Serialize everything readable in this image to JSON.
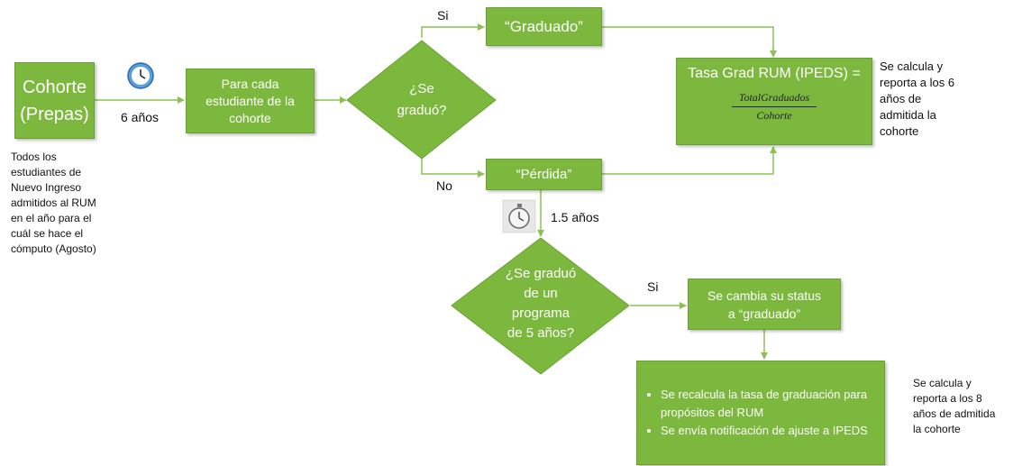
{
  "cohort_box": {
    "line1": "Cohorte",
    "line2": "(Prepas)"
  },
  "cohort_note": "Todos los estudiantes de Nuevo Ingreso admitidos al RUM en el año para el cuál se hace el cómputo (Agosto)",
  "six_years_label": "6 años",
  "each_student_box": "Para cada estudiante de la cohorte",
  "decision_graduated": {
    "line1": "¿Se",
    "line2": "graduó?"
  },
  "branch_yes_1": "Si",
  "branch_no_1": "No",
  "graduado_box": "“Graduado”",
  "perdida_box": "“Pérdida”",
  "grad_rate_box": {
    "title": "Tasa Grad RUM (IPEDS) =",
    "numerator": "TotalGraduados",
    "denominator": "Cohorte"
  },
  "note_6_years": "Se calcula y reporta a los 6 años de admitida la cohorte",
  "one_half_years_label": "1.5 años",
  "decision_5yr": {
    "line1": "¿Se graduó",
    "line2": "de un",
    "line3": "programa",
    "line4": "de 5 años?"
  },
  "branch_yes_2": "Si",
  "status_change_box": {
    "line1": "Se cambia su status",
    "line2": "a “graduado”"
  },
  "recalc_box": {
    "bullet1": "Se recalcula la tasa de graduación para propósitos del RUM",
    "bullet2": "Se envía notificación de ajuste a IPEDS"
  },
  "note_8_years": "Se calcula y reporta a los 8 años de admitida la cohorte",
  "colors": {
    "box_fill": "#7cb83e",
    "connector": "#8cc152",
    "text_on_box": "#ffffff"
  },
  "icons": [
    "clock-icon",
    "stopwatch-icon"
  ]
}
